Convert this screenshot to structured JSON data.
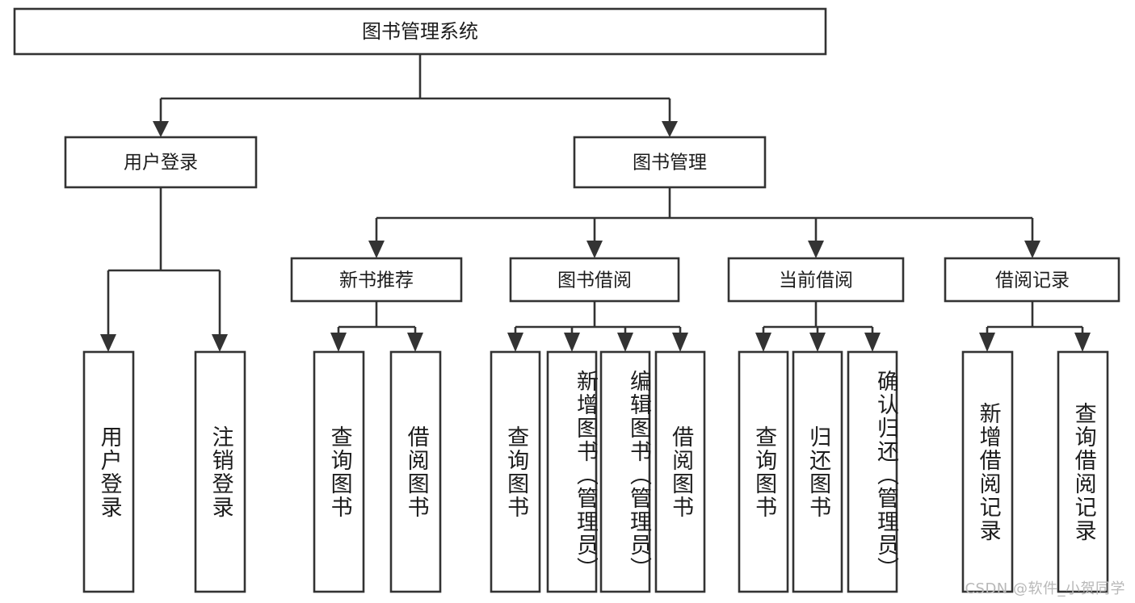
{
  "diagram": {
    "type": "hierarchy-tree",
    "title": "图书管理系统",
    "orientation": "top-down",
    "colors": {
      "box_stroke": "#333333",
      "box_fill": "#ffffff",
      "text": "#1c1c1c",
      "watermark": "#b8b8b8",
      "background": "#ffffff"
    },
    "root": {
      "id": "root",
      "label": "图书管理系统"
    },
    "level2": [
      {
        "id": "user-login",
        "label": "用户登录"
      },
      {
        "id": "book-manage",
        "label": "图书管理"
      }
    ],
    "level3": [
      {
        "id": "new-book-rec",
        "label": "新书推荐",
        "parent": "book-manage"
      },
      {
        "id": "book-borrow",
        "label": "图书借阅",
        "parent": "book-manage"
      },
      {
        "id": "current-borrow",
        "label": "当前借阅",
        "parent": "book-manage"
      },
      {
        "id": "borrow-record",
        "label": "借阅记录",
        "parent": "book-manage"
      }
    ],
    "leaves": [
      {
        "id": "leaf-user-login",
        "label": "用户登录",
        "parent": "user-login"
      },
      {
        "id": "leaf-logout",
        "label": "注销登录",
        "parent": "user-login"
      },
      {
        "id": "leaf-query-book-1",
        "label": "查询图书",
        "parent": "new-book-rec"
      },
      {
        "id": "leaf-borrow-book-1",
        "label": "借阅图书",
        "parent": "new-book-rec"
      },
      {
        "id": "leaf-query-book-2",
        "label": "查询图书",
        "parent": "book-borrow"
      },
      {
        "id": "leaf-add-book",
        "label": "新增图书（管理员）",
        "parent": "book-borrow"
      },
      {
        "id": "leaf-edit-book",
        "label": "编辑图书（管理员）",
        "parent": "book-borrow"
      },
      {
        "id": "leaf-borrow-book-2",
        "label": "借阅图书",
        "parent": "book-borrow"
      },
      {
        "id": "leaf-query-book-3",
        "label": "查询图书",
        "parent": "current-borrow"
      },
      {
        "id": "leaf-return-book",
        "label": "归还图书",
        "parent": "current-borrow"
      },
      {
        "id": "leaf-confirm-return",
        "label": "确认归还（管理员）",
        "parent": "current-borrow"
      },
      {
        "id": "leaf-add-record",
        "label": "新增借阅记录",
        "parent": "borrow-record"
      },
      {
        "id": "leaf-query-record",
        "label": "查询借阅记录",
        "parent": "borrow-record"
      }
    ]
  },
  "watermark": {
    "text": "CSDN @软件_小贺同学"
  }
}
